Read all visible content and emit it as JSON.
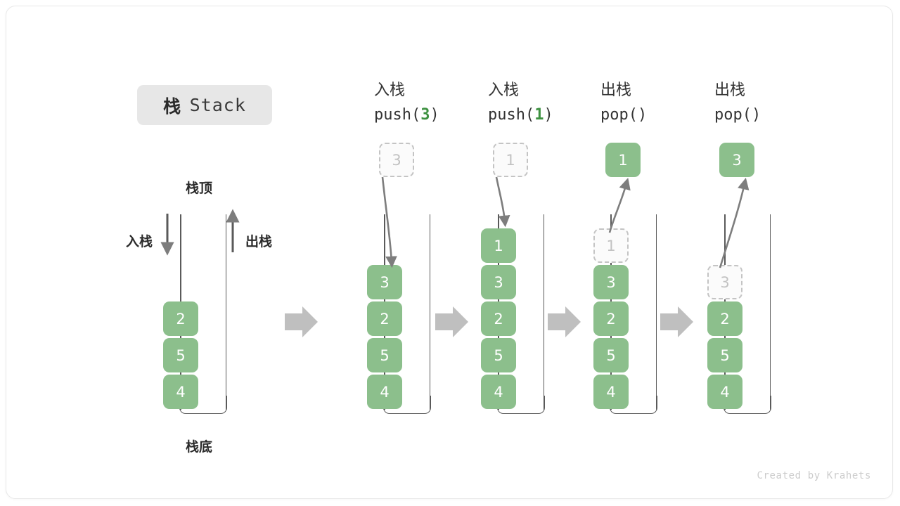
{
  "title": {
    "cn": "栈",
    "en": "Stack"
  },
  "labels": {
    "top": "栈顶",
    "bottom": "栈底",
    "push": "入栈",
    "pop": "出栈"
  },
  "footer": "Created by Krahets",
  "colors": {
    "element": "#8cbf8c",
    "element_text": "#ffffff",
    "ghost_border": "#c4c4c4",
    "ghost_text": "#c2c2c2",
    "accent_green": "#3d9140",
    "arrow": "#7d7d7d",
    "step_arrow": "#bfbfbf",
    "tube": "#5a5a5a",
    "badge_bg": "#e7e7e7"
  },
  "columns": [
    {
      "name": "initial",
      "header_cn": "",
      "header_code": "",
      "header_arg": "",
      "stack": [
        "2",
        "5",
        "4"
      ],
      "ghost_index": -1,
      "float_box": null
    },
    {
      "name": "push-3",
      "header_cn": "入栈",
      "header_code_pre": "push(",
      "header_arg": "3",
      "header_code_post": ")",
      "stack": [
        "3",
        "2",
        "5",
        "4"
      ],
      "ghost_index": -1,
      "float_box": {
        "value": "3",
        "style": "ghost"
      }
    },
    {
      "name": "push-1",
      "header_cn": "入栈",
      "header_code_pre": "push(",
      "header_arg": "1",
      "header_code_post": ")",
      "stack": [
        "1",
        "3",
        "2",
        "5",
        "4"
      ],
      "ghost_index": -1,
      "float_box": {
        "value": "1",
        "style": "ghost"
      }
    },
    {
      "name": "pop-1",
      "header_cn": "出栈",
      "header_code_pre": "pop(",
      "header_arg": "",
      "header_code_post": ")",
      "stack": [
        "1",
        "3",
        "2",
        "5",
        "4"
      ],
      "ghost_index": 0,
      "float_box": {
        "value": "1",
        "style": "solid"
      }
    },
    {
      "name": "pop-3",
      "header_cn": "出栈",
      "header_code_pre": "pop(",
      "header_arg": "",
      "header_code_post": ")",
      "stack": [
        "3",
        "2",
        "5",
        "4"
      ],
      "ghost_index": 0,
      "float_box": {
        "value": "3",
        "style": "solid"
      }
    }
  ]
}
